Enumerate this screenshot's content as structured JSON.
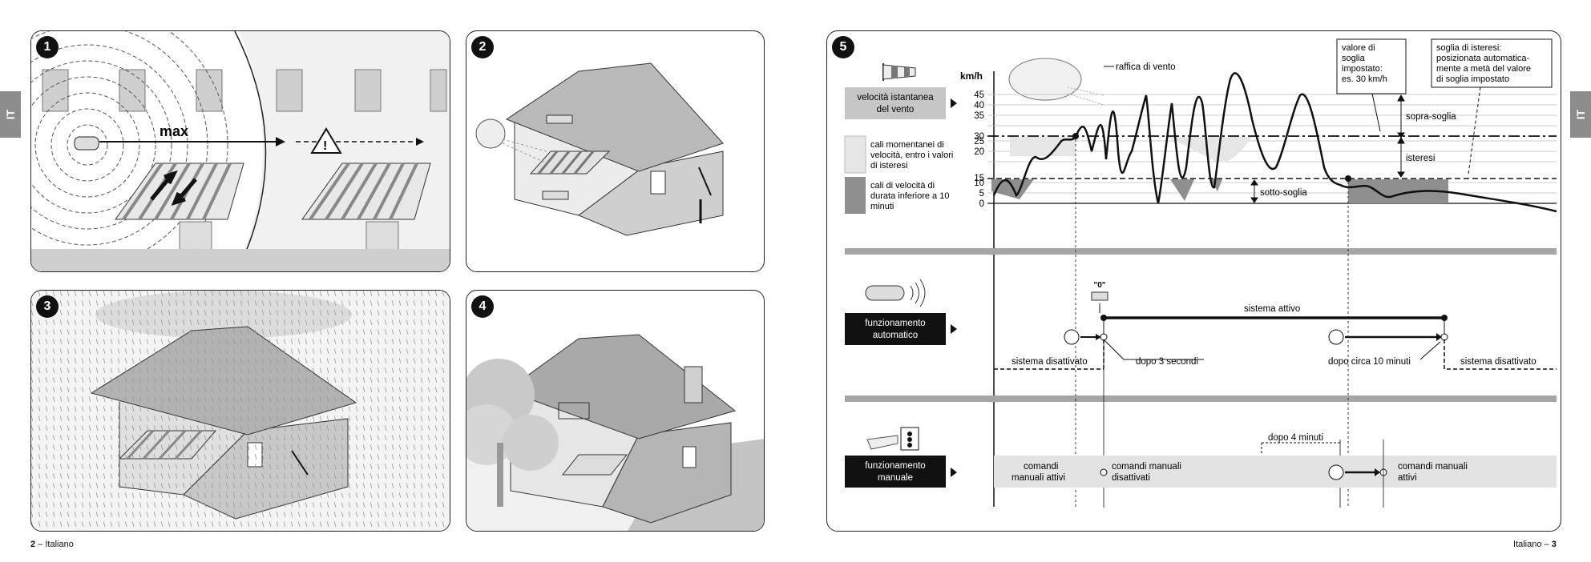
{
  "page": {
    "tab_left": "IT",
    "tab_right": "IT",
    "footer_left_num": "2",
    "footer_left_text": " – Italiano",
    "footer_right_text": "Italiano – ",
    "footer_right_num": "3"
  },
  "panels": {
    "p1": {
      "num": "1",
      "label_max": "max"
    },
    "p2": {
      "num": "2"
    },
    "p3": {
      "num": "3"
    },
    "p4": {
      "num": "4"
    },
    "p5": {
      "num": "5"
    }
  },
  "diagram": {
    "speed_unit": "km/h",
    "y_ticks": [
      "45",
      "40",
      "35",
      "30",
      "25",
      "20",
      "15",
      "10",
      "5",
      "0"
    ],
    "legend": {
      "instant_line1": "velocità istantanea",
      "instant_line2": "del vento",
      "drops_brief_l1": "cali momentanei di",
      "drops_brief_l2": "velocità, entro i valori",
      "drops_brief_l3": "di isteresi",
      "drops_short_l1": "cali di velocità di",
      "drops_short_l2": "durata inferiore a 10",
      "drops_short_l3": "minuti"
    },
    "labels": {
      "gust": "raffica di vento",
      "threshold_l1": "valore di",
      "threshold_l2": "soglia",
      "threshold_l3": "impostato:",
      "threshold_l4": "es. 30 km/h",
      "hyst_l1": "soglia di isteresi:",
      "hyst_l2": "posizionata automatica-",
      "hyst_l3": "mente a metà del valore",
      "hyst_l4": "di soglia impostato",
      "above": "sopra-soglia",
      "hysteresis": "isteresi",
      "below": "sotto-soglia"
    },
    "auto": {
      "box_l1": "funzionamento",
      "box_l2": "automatico",
      "zero": "\"0\"",
      "active": "sistema attivo",
      "inactive_left": "sistema disattivato",
      "after3": "dopo 3 secondi",
      "after10": "dopo circa 10 minuti",
      "inactive_right": "sistema disattivato"
    },
    "manual": {
      "box_l1": "funzionamento",
      "box_l2": "manuale",
      "active_l1": "comandi",
      "active_l2": "manuali attivi",
      "disabled_l1": "comandi manuali",
      "disabled_l2": "disattivati",
      "after4": "dopo 4 minuti",
      "active2_l1": "comandi manuali",
      "active2_l2": "attivi"
    }
  }
}
